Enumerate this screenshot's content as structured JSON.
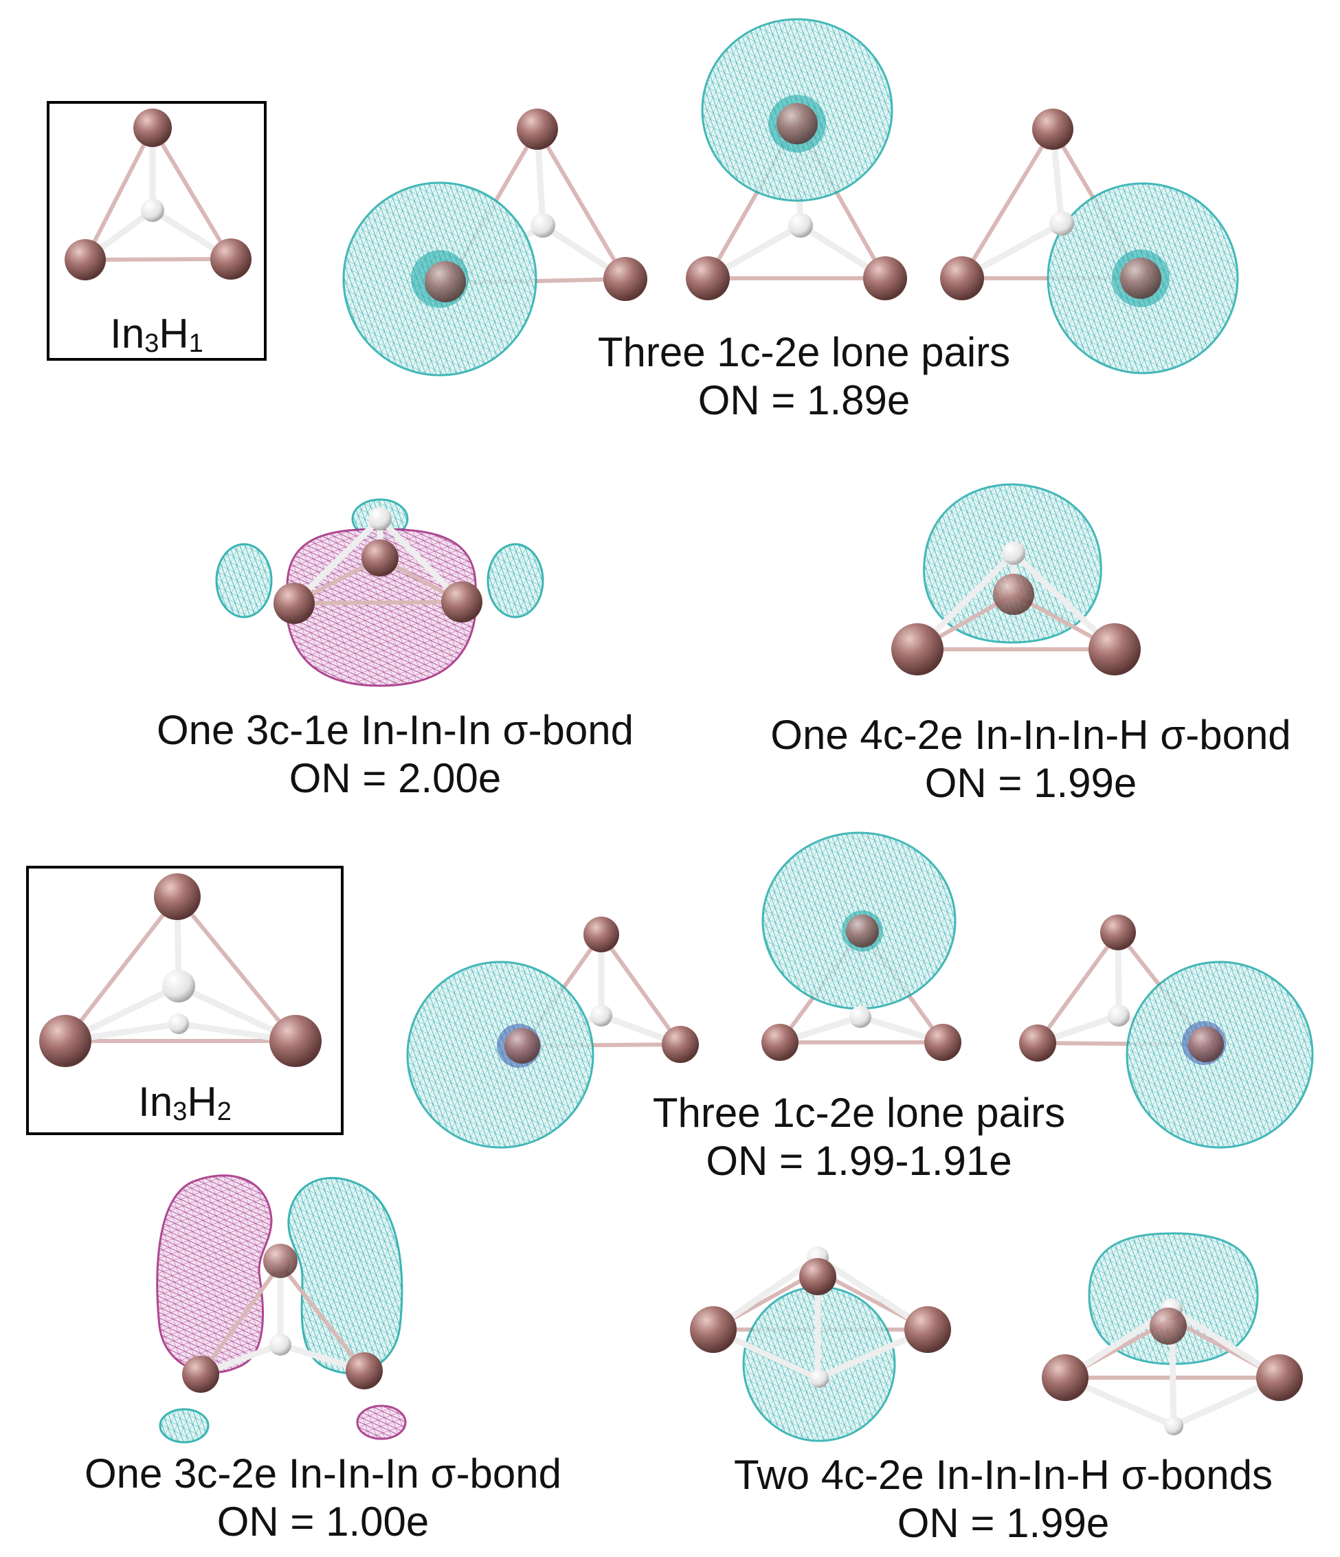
{
  "panels": {
    "in3h1_structure": {
      "element": "In",
      "count_a": "3",
      "hydrogen": "H",
      "count_b": "1"
    },
    "in3h1_lone_pairs": {
      "line1": "Three 1c-2e lone pairs",
      "line2": "ON = 1.89e"
    },
    "in3h1_3c_bond": {
      "line1": "One 3c-1e In-In-In σ-bond",
      "line2": "ON = 2.00e"
    },
    "in3h1_4c_bond": {
      "line1": "One 4c-2e In-In-In-H σ-bond",
      "line2": "ON = 1.99e"
    },
    "in3h2_structure": {
      "element": "In",
      "count_a": "3",
      "hydrogen": "H",
      "count_b": "2"
    },
    "in3h2_lone_pairs": {
      "line1": "Three 1c-2e lone pairs",
      "line2": "ON = 1.99-1.91e"
    },
    "in3h2_3c_bond": {
      "line1": "One 3c-2e In-In-In σ-bond",
      "line2": "ON = 1.00e"
    },
    "in3h2_4c_bonds": {
      "line1": "Two 4c-2e In-In-In-H σ-bonds",
      "line2": "ON = 1.99e"
    }
  },
  "colors": {
    "indium_atom": "#a2706e",
    "hydrogen_atom": "#f2f2f2",
    "bond": "#d9b9b7",
    "orbital_positive": "#1aa8a8",
    "orbital_negative": "#a0287f",
    "frame": "#000000"
  }
}
